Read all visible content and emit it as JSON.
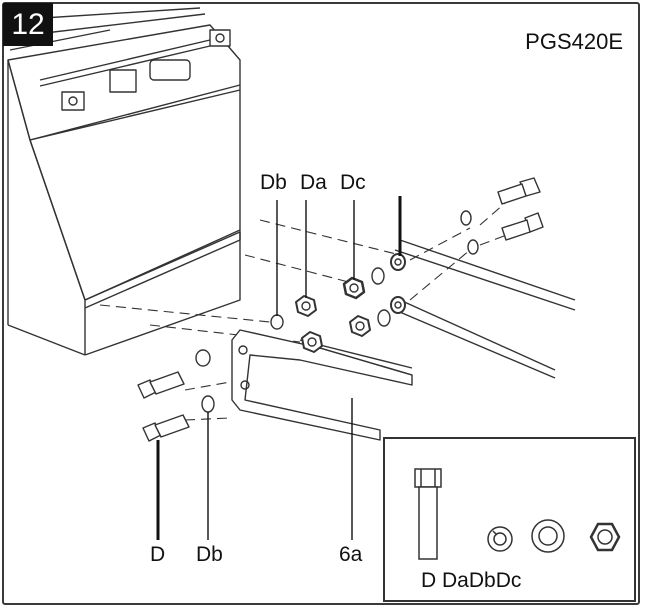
{
  "figure": {
    "step_number": "12",
    "model": "PGS420E"
  },
  "callouts": {
    "top_db": "Db",
    "top_da": "Da",
    "top_dc": "Dc",
    "bottom_d": "D",
    "bottom_db": "Db",
    "bracket": "6a"
  },
  "inset": {
    "parts_label": "D DaDbDc"
  },
  "colors": {
    "line": "#333333",
    "badge_bg": "#111111",
    "badge_text": "#ffffff"
  }
}
